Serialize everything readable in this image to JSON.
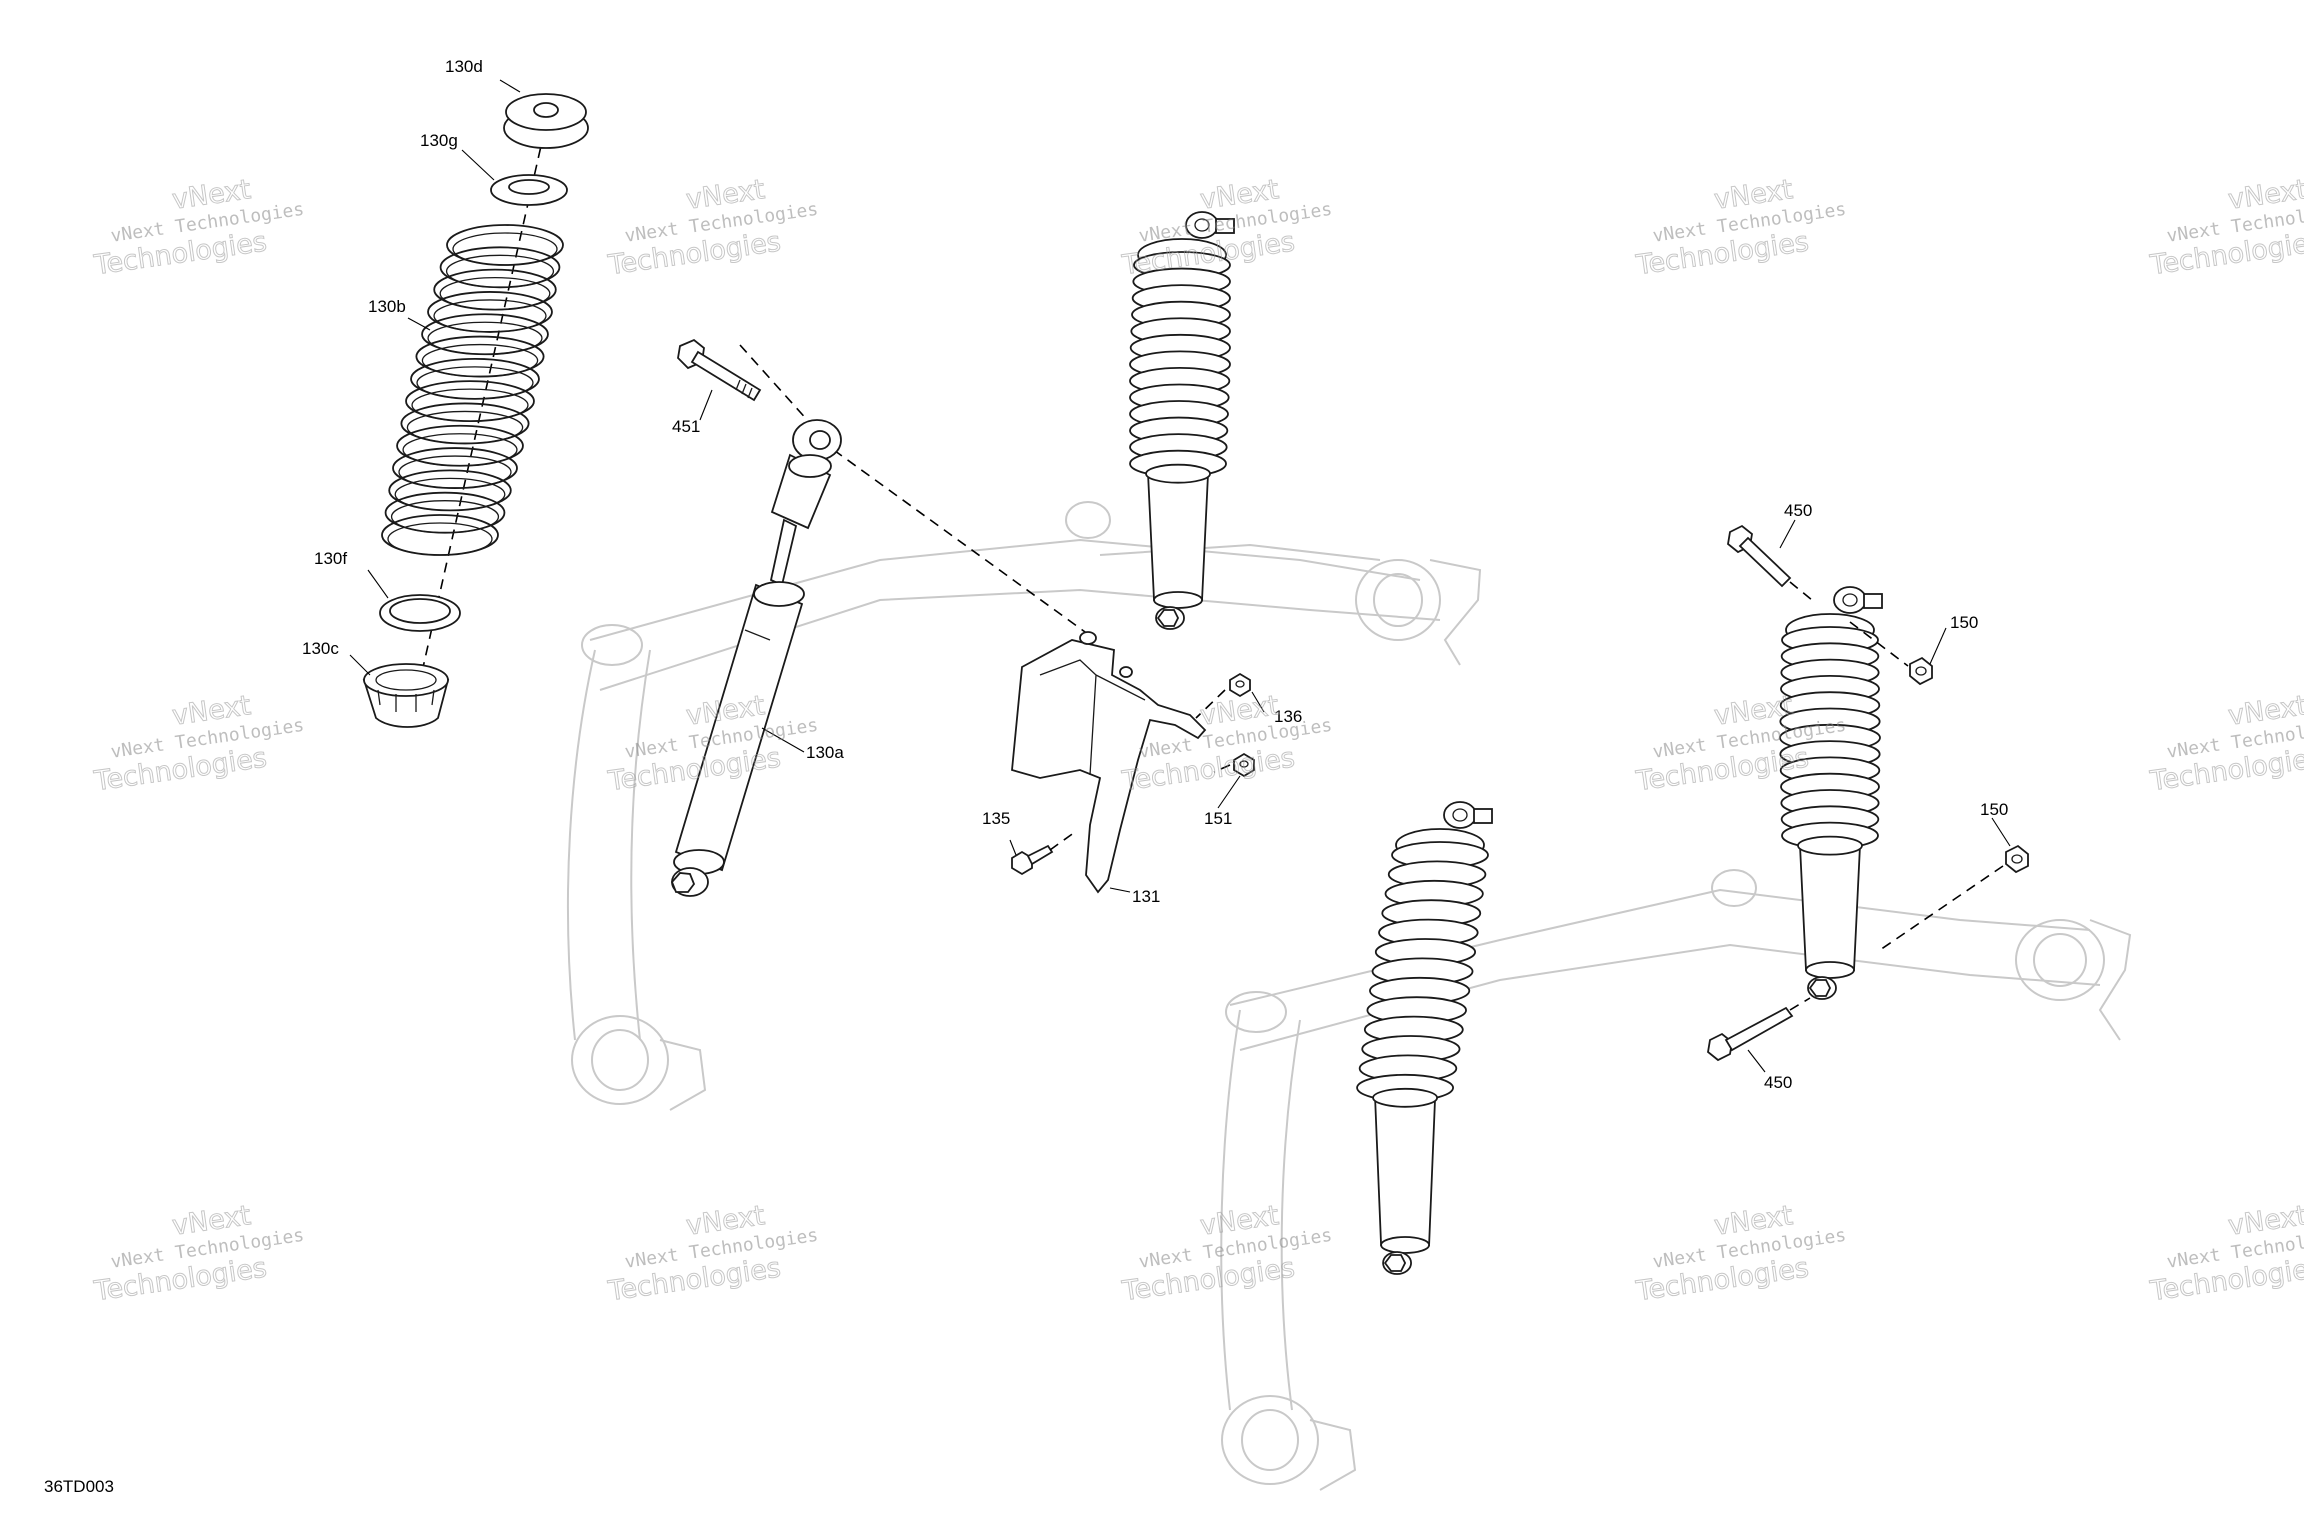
{
  "drawing_code": "36TD003",
  "watermark": {
    "line1": "vNext Technologies",
    "line2a": "vNext",
    "line2b": "Technologies"
  },
  "callouts": {
    "c130d": "130d",
    "c130g": "130g",
    "c130b": "130b",
    "c130f": "130f",
    "c130c": "130c",
    "c130a": "130a",
    "c451": "451",
    "c136": "136",
    "c151": "151",
    "c135": "135",
    "c131": "131",
    "c450_top": "450",
    "c150_top": "150",
    "c150_bottom": "150",
    "c450_bottom": "450"
  },
  "colors": {
    "line": "#1a1a1a",
    "ghost": "#c9c9c9",
    "watermark": "#8a8a8a"
  }
}
